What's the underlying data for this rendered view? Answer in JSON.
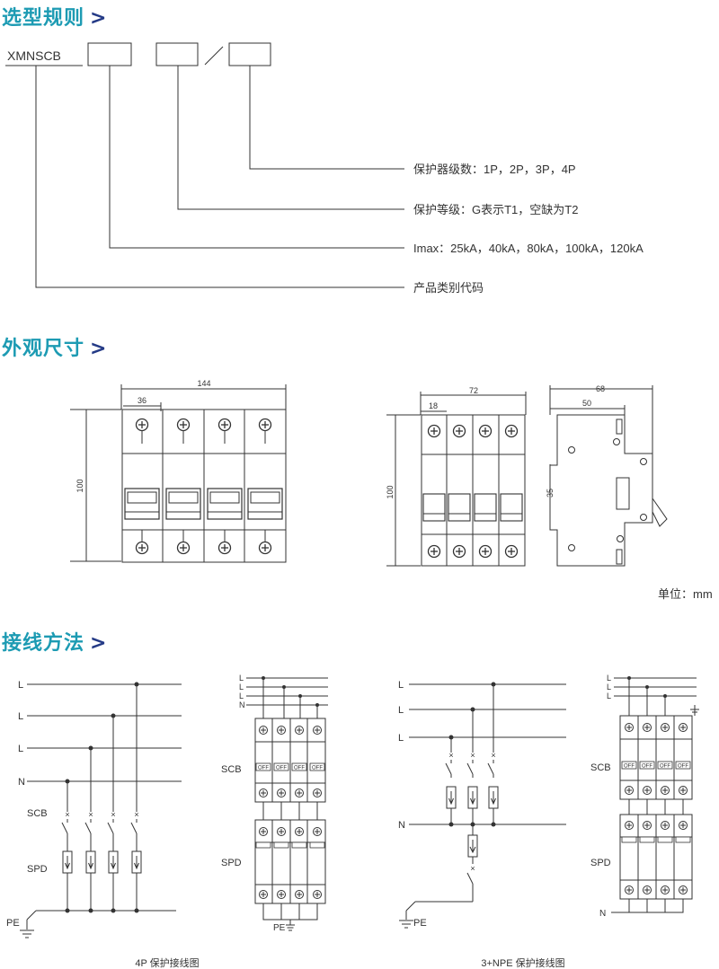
{
  "sections": {
    "selection_rules": {
      "title": "选型规则",
      "chevron": ">"
    },
    "dimensions": {
      "title": "外观尺寸",
      "chevron": ">"
    },
    "wiring": {
      "title": "接线方法",
      "chevron": ">"
    }
  },
  "selection": {
    "prefix": "XMNSCB",
    "separator": "/",
    "items": [
      "保护器级数：1P，2P，3P，4P",
      "保护等级：G表示T1，空缺为T2",
      "Imax：25kA，40kA，80kA，100kA，120kA",
      "产品类别代码"
    ]
  },
  "dimensions": {
    "front4p": {
      "width": "144",
      "module": "36",
      "height": "100"
    },
    "front_small": {
      "width": "72",
      "module": "18",
      "height": "100"
    },
    "side": {
      "depth": "68",
      "depth_inner": "50",
      "rail": "35"
    },
    "unit": "单位：mm",
    "off_label": "OFF"
  },
  "wiring": {
    "diagram1": {
      "line_labels": [
        "L",
        "L",
        "L",
        "N"
      ],
      "scb_label": "SCB",
      "spd_label": "SPD",
      "pe_label": "PE",
      "caption": "4P 保护接线图"
    },
    "diagram2": {
      "line_labels": [
        "L",
        "L",
        "L",
        "N"
      ],
      "scb_label": "SCB",
      "spd_label": "SPD",
      "pe_label": "PE"
    },
    "diagram3": {
      "line_labels": [
        "L",
        "L",
        "L",
        "N"
      ],
      "pe_label": "PE",
      "caption": "3+NPE 保护接线图"
    },
    "diagram4": {
      "line_labels": [
        "L",
        "L",
        "L"
      ],
      "scb_label": "SCB",
      "spd_label": "SPD",
      "n_label": "N"
    }
  },
  "colors": {
    "heading": "#1d9bb3",
    "chevron": "#243a86",
    "line": "#333333"
  }
}
